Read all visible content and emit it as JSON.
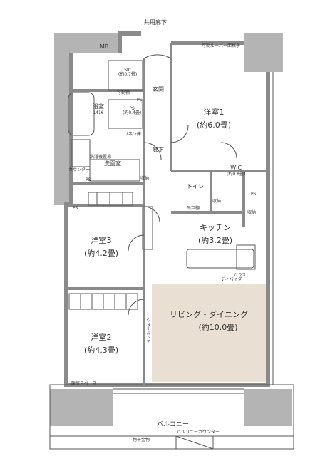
{
  "title_top": "共用廊下",
  "balcony": "バルコニー",
  "colors": {
    "wall": "#8a8a8a",
    "structure": "#b4b4b4",
    "ldk_floor": "#eadfd3",
    "line": "#555555"
  },
  "rooms": {
    "yoshitsu1": {
      "name": "洋室1",
      "size": "(約6.0畳)"
    },
    "yoshitsu2": {
      "name": "洋室2",
      "size": "(約4.3畳)"
    },
    "yoshitsu3": {
      "name": "洋室3",
      "size": "(約4.2畳)"
    },
    "kitchen": {
      "name": "キッチン",
      "size": "(約3.2畳)"
    },
    "ldk": {
      "name": "リビング・ダイニング",
      "size": "(約10.0畳)"
    },
    "sic": {
      "name": "SIC",
      "size": "(約0.7畳)"
    },
    "ps": {
      "name": "PS",
      "size": "(約0.4畳)"
    },
    "wic": {
      "name": "WIC",
      "size": "(約0.8畳)"
    },
    "bath": {
      "name": "浴室",
      "size": "1416"
    },
    "senmen": {
      "name": "洗面室"
    },
    "genkan": {
      "name": "玄関"
    },
    "roka": {
      "name": "廊下"
    },
    "toilet": {
      "name": "トイレ"
    }
  },
  "labels": {
    "mb": "MB",
    "kahen_rouvre": "可動ルーバー面格子",
    "kado_tana": "可動棚",
    "linen": "リネン庫",
    "kado_tana2": "可動棚",
    "ps1": "PS",
    "ps2": "PS",
    "ps3": "PS",
    "ps4": "PS",
    "washer": "洗濯機置場",
    "counter": "カウンター",
    "shuno": "収納",
    "shuno2": "収納",
    "shuno3": "収納",
    "glass": "ガラス",
    "glass2": "ディバイダー",
    "walldoor": "ウォールドア",
    "danbou": "暖房スペース",
    "balcony_counter": "バルコニーカウンター",
    "buttsu": "物干金物",
    "fuku": "吊戸棚",
    "ps_k": "PS"
  }
}
